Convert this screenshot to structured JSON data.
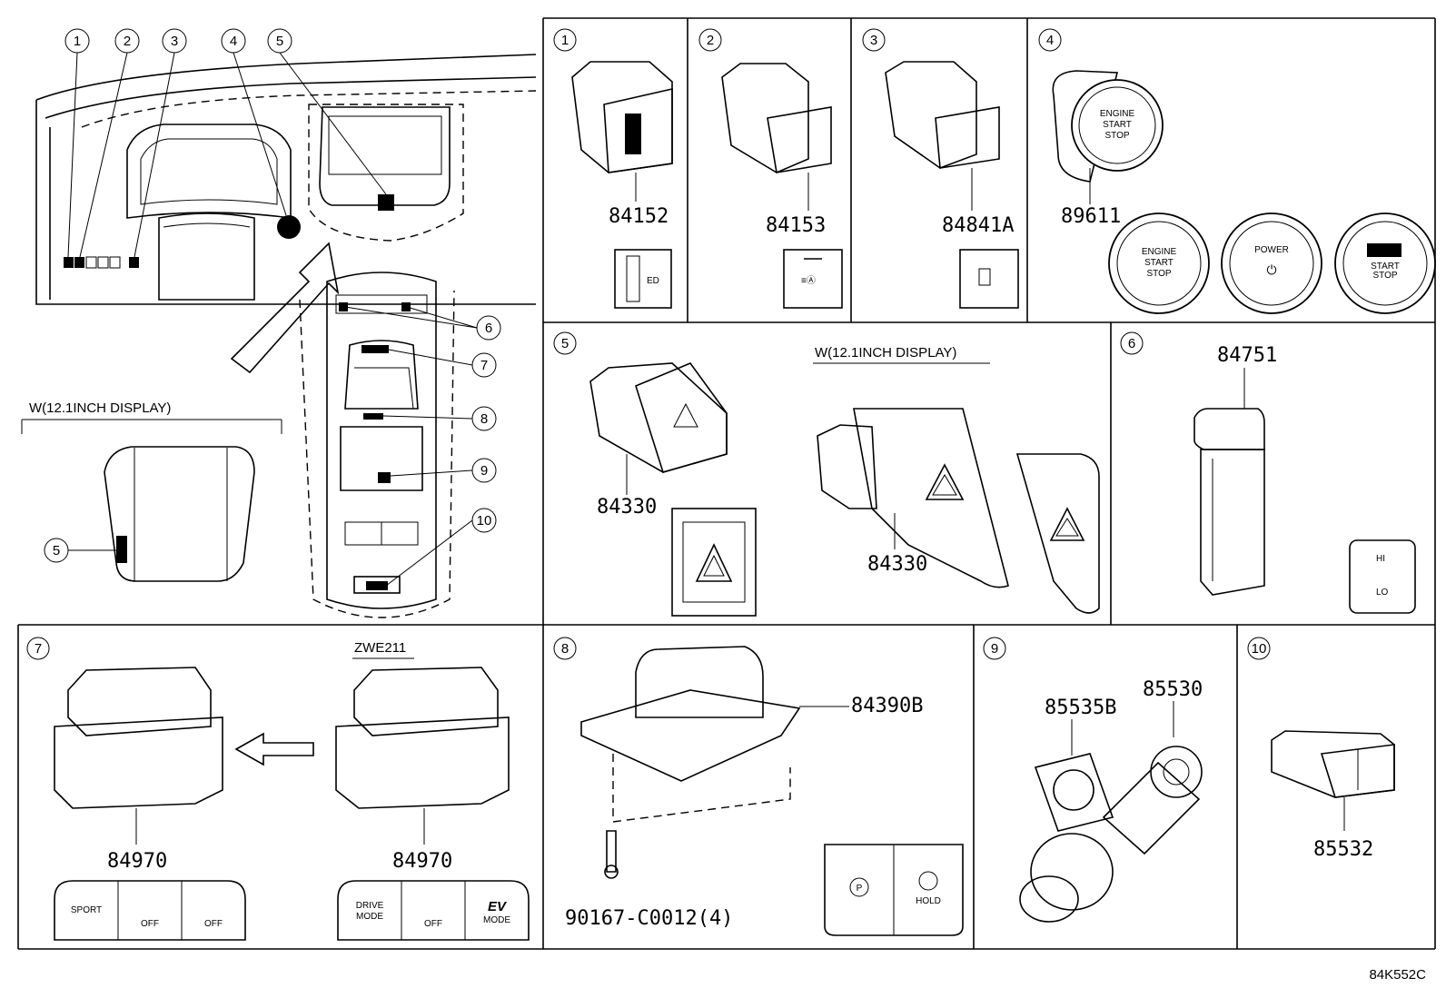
{
  "callouts": [
    "1",
    "2",
    "3",
    "4",
    "5",
    "6",
    "7",
    "8",
    "9",
    "10"
  ],
  "overview": {
    "display_label": "W(12.1INCH DISPLAY)",
    "inset_callout": "5"
  },
  "panel1": {
    "callout": "1",
    "part": "84152"
  },
  "panel2": {
    "callout": "2",
    "part": "84153"
  },
  "panel3": {
    "callout": "3",
    "part": "84841A"
  },
  "panel4": {
    "callout": "4",
    "part": "89611",
    "button_main": [
      "ENGINE",
      "START",
      "STOP"
    ],
    "variants": [
      {
        "lines": [
          "ENGINE",
          "START",
          "STOP"
        ]
      },
      {
        "lines": [
          "POWER"
        ]
      },
      {
        "lines": [
          "START",
          "STOP"
        ]
      }
    ]
  },
  "panel5": {
    "callout": "5",
    "part_a": "84330",
    "part_b": "84330",
    "display_label": "W(12.1INCH DISPLAY)"
  },
  "panel6": {
    "callout": "6",
    "part": "84751",
    "switch_hi": "HI",
    "switch_lo": "LO"
  },
  "panel7": {
    "callout": "7",
    "variant_label": "ZWE211",
    "part_a": "84970",
    "part_b": "84970",
    "left_buttons": [
      "SPORT",
      "OFF",
      "OFF"
    ],
    "right_buttons": [
      "DRIVE",
      "MODE",
      "OFF",
      "EV",
      "MODE"
    ]
  },
  "panel8": {
    "callout": "8",
    "part": "84390B",
    "bolt": "90167-C0012(4)",
    "hold_label": "HOLD"
  },
  "panel9": {
    "callout": "9",
    "part_a": "85535B",
    "part_b": "85530"
  },
  "panel10": {
    "callout": "10",
    "part": "85532"
  },
  "footer": {
    "code": "84K552C"
  }
}
